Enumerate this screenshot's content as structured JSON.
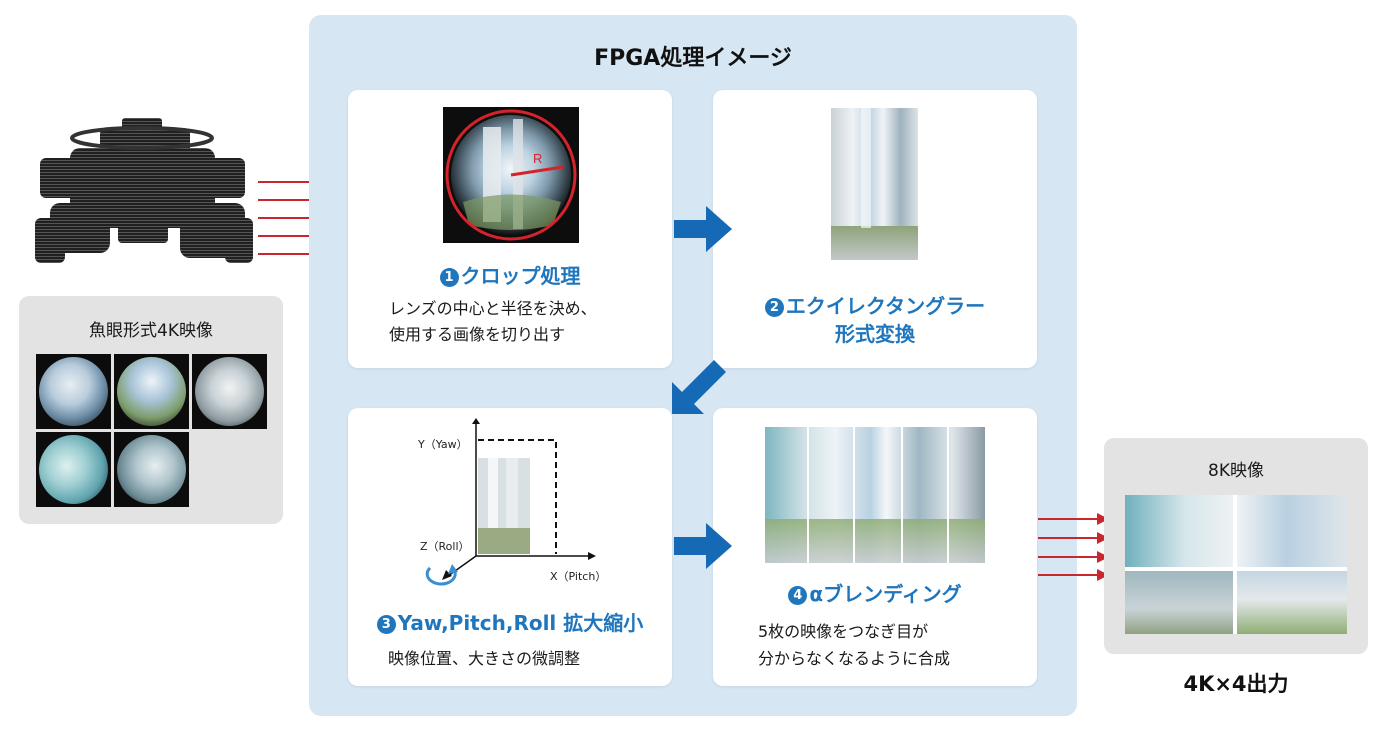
{
  "fpga": {
    "title": "FPGA処理イメージ"
  },
  "steps": [
    {
      "number": "1",
      "title": "クロップ処理",
      "desc": [
        "レンズの中心と半径を決め、",
        "使用する画像を切り出す"
      ],
      "marker_label": "R"
    },
    {
      "number": "2",
      "title_lines": [
        "エクイレクタングラー",
        "形式変換"
      ]
    },
    {
      "number": "3",
      "title": "Yaw,Pitch,Roll 拡大縮小",
      "desc": [
        "映像位置、大きさの微調整"
      ],
      "axes": {
        "y": "Y（Yaw）",
        "x": "X（Pitch）",
        "z": "Z（Roll）"
      }
    },
    {
      "number": "4",
      "title": "αブレンディング",
      "desc": [
        "5枚の映像をつなぎ目が",
        "分からなくなるように合成"
      ]
    }
  ],
  "input": {
    "label": "魚眼形式4K映像"
  },
  "output": {
    "label": "8K映像",
    "caption": "4K×4出力"
  },
  "colors": {
    "accent": "#1f76bd",
    "arrow_red": "#c8272d",
    "panel_blue": "#d6e6f3",
    "panel_gray": "#e3e3e3"
  }
}
